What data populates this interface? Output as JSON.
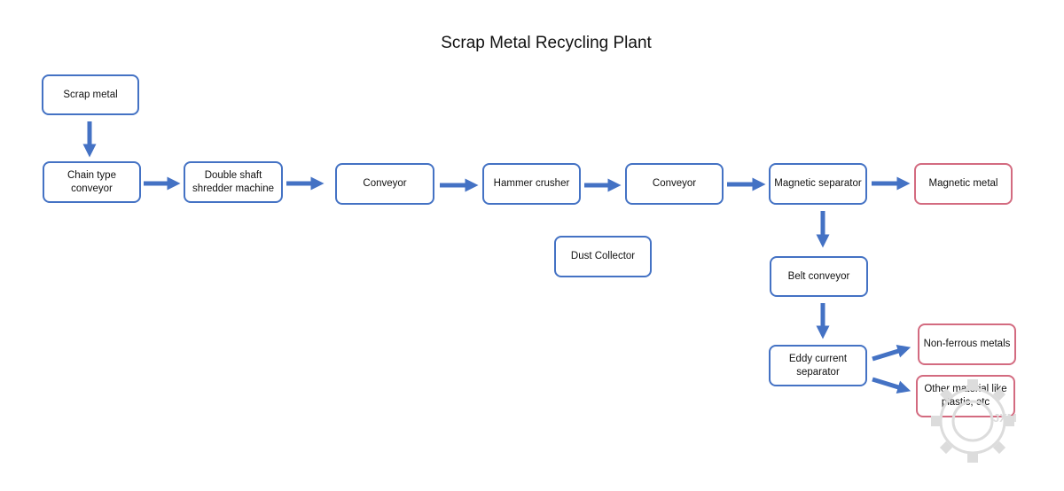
{
  "title": "Scrap Metal Recycling Plant",
  "colors": {
    "box_border": "#4472c4",
    "output_border": "#d36b80",
    "arrow": "#4472c4"
  },
  "nodes": {
    "scrap_metal": "Scrap metal",
    "chain_conveyor": "Chain type conveyor",
    "shredder": "Double shaft shredder machine",
    "conveyor_1": "Conveyor",
    "hammer_crusher": "Hammer crusher",
    "conveyor_2": "Conveyor",
    "magnetic_separator": "Magnetic separator",
    "magnetic_metal": "Magnetic metal",
    "dust_collector": "Dust Collector",
    "belt_conveyor": "Belt conveyor",
    "eddy_current_separator": "Eddy current separator",
    "non_ferrous_metals": "Non-ferrous metals",
    "other_material": "Other material like plastic, etc"
  },
  "watermark_text": "JXM"
}
